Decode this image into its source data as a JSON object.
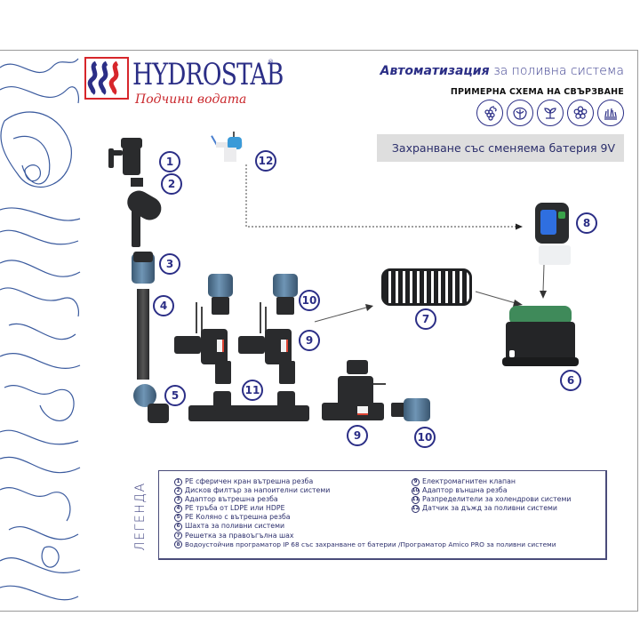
{
  "brand": {
    "name": "HYDROSTAB",
    "registered": "®",
    "tagline": "Подчини водата",
    "colors": {
      "primary": "#2b2e86",
      "accent": "#d7262b"
    }
  },
  "header": {
    "title_bold": "Автоматизация",
    "title_light": "за поливна система",
    "subtitle": "ПРИМЕРНА СХЕМА НА СВЪРЗВАНЕ",
    "icons": [
      "grapes-icon",
      "lettuce-icon",
      "sprout-icon",
      "flower-icon",
      "grass-icon"
    ]
  },
  "power_note": "Захранване със сменяема батерия 9V",
  "diagram": {
    "badges": [
      {
        "n": "1",
        "part": "ball-valve"
      },
      {
        "n": "2",
        "part": "disc-filter"
      },
      {
        "n": "3",
        "part": "adapter-female"
      },
      {
        "n": "4",
        "part": "pe-pipe"
      },
      {
        "n": "5",
        "part": "elbow"
      },
      {
        "n": "6",
        "part": "valve-box"
      },
      {
        "n": "7",
        "part": "grid"
      },
      {
        "n": "8",
        "part": "controller"
      },
      {
        "n": "9",
        "part": "solenoid-valve"
      },
      {
        "n": "10",
        "part": "adapter-male"
      },
      {
        "n": "11",
        "part": "manifold"
      },
      {
        "n": "12",
        "part": "rain-sensor"
      }
    ]
  },
  "legend": {
    "title": "ЛЕГЕНДА",
    "left": [
      {
        "n": "1",
        "text": "PE сферичен кран вътрешна резба"
      },
      {
        "n": "2",
        "text": "Дисков филтър за напоителни системи"
      },
      {
        "n": "3",
        "text": "Адаптор вътрешна резба"
      },
      {
        "n": "4",
        "text": "PE тръба от LDPE или HDPE"
      },
      {
        "n": "5",
        "text": "PE Коляно с вътрешна резба"
      },
      {
        "n": "6",
        "text": "Шахта за поливни системи"
      },
      {
        "n": "7",
        "text": "Решетка за правоъгълна шах"
      },
      {
        "n": "8",
        "text": "Водоустойчив програматор IP 68 със захранване от батерии /Програматор Amico PRO за поливни системи"
      }
    ],
    "right": [
      {
        "n": "9",
        "text": "Електромагнитен клапан"
      },
      {
        "n": "10",
        "text": "Адаптор външна резба"
      },
      {
        "n": "11",
        "text": "Разпределители за холендрови системи"
      },
      {
        "n": "12",
        "text": "Датчик за дъжд за поливни системи"
      }
    ]
  }
}
